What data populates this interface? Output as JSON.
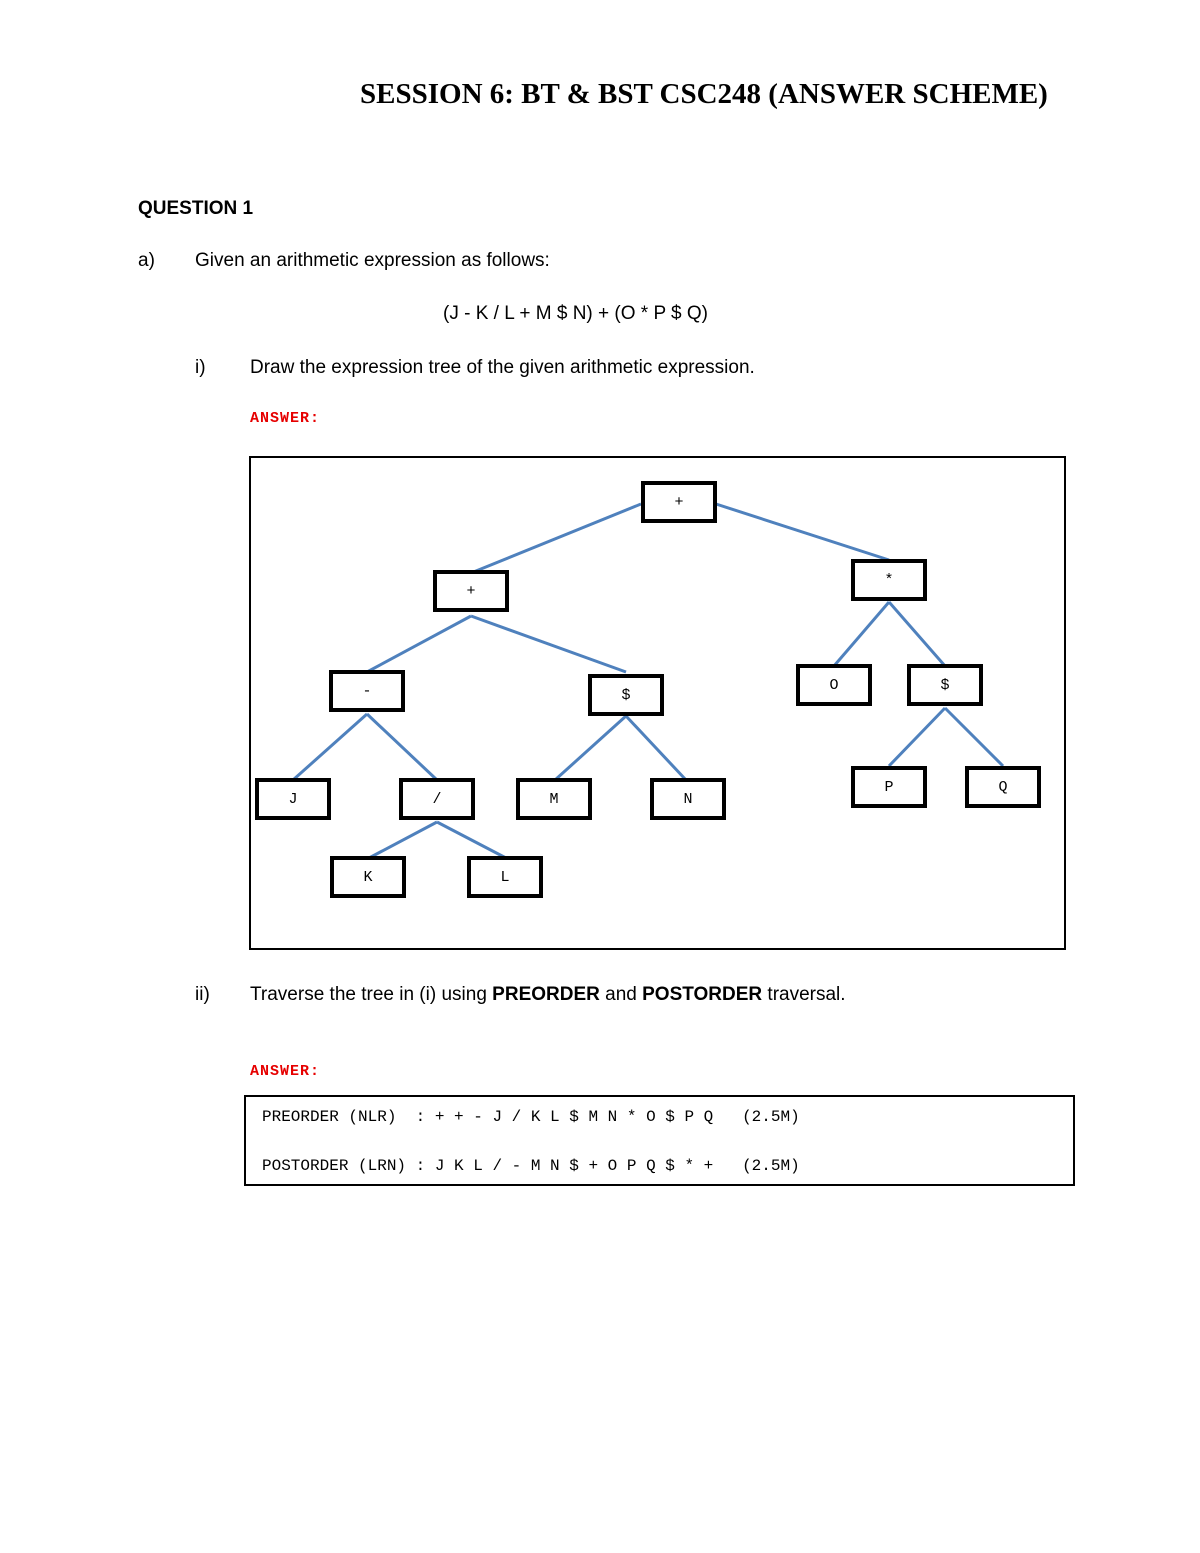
{
  "title": "SESSION 6: BT & BST CSC248 (ANSWER SCHEME)",
  "question": "QUESTION 1",
  "part_a": {
    "label": "a)",
    "text": "Given an arithmetic expression as follows:",
    "expression": "(J - K / L + M $ N) + (O * P $ Q)"
  },
  "part_i": {
    "label": "i)",
    "text": "Draw the expression tree of the given arithmetic expression.",
    "answer_label": "ANSWER:"
  },
  "tree": {
    "line_color": "#4f81bd",
    "nodes": {
      "root": "+",
      "left_plus": "+",
      "star": "*",
      "minus": "-",
      "dollar_mn": "$",
      "o": "O",
      "dollar_pq": "$",
      "j": "J",
      "slash": "/",
      "m": "M",
      "n": "N",
      "p": "P",
      "q": "Q",
      "k": "K",
      "l": "L"
    }
  },
  "part_ii": {
    "label": "ii)",
    "text_pre": "Traverse the tree in (i) using ",
    "preorder_word": "PREORDER",
    "text_mid": " and ",
    "postorder_word": "POSTORDER",
    "text_post": " traversal.",
    "answer_label": "ANSWER:"
  },
  "traversal": {
    "preorder": "PREORDER (NLR)  : + + - J / K L $ M N * O $ P Q   (2.5M)",
    "postorder": "POSTORDER (LRN) : J K L / - M N $ + O P Q $ * +   (2.5M)"
  }
}
